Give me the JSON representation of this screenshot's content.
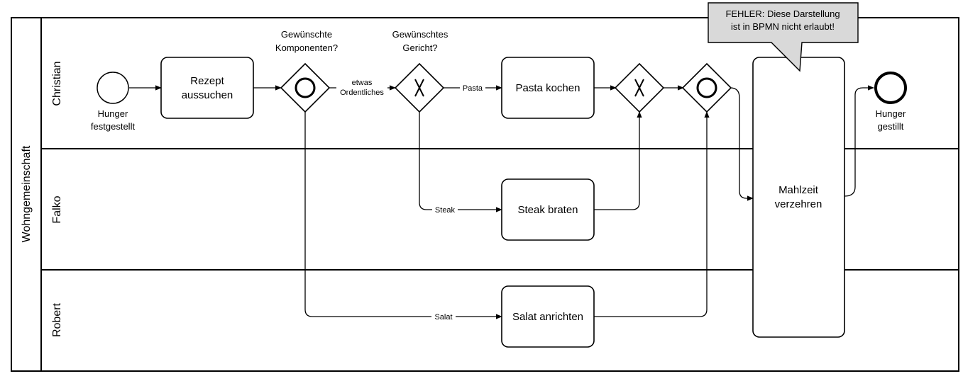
{
  "pool": {
    "label": "Wohngemeinschaft"
  },
  "lanes": [
    {
      "label": "Christian"
    },
    {
      "label": "Falko"
    },
    {
      "label": "Robert"
    }
  ],
  "events": {
    "start": {
      "label_line1": "Hunger",
      "label_line2": "festgestellt"
    },
    "end": {
      "label_line1": "Hunger",
      "label_line2": "gestillt"
    }
  },
  "tasks": {
    "rezept": {
      "line1": "Rezept",
      "line2": "aussuchen"
    },
    "pasta": {
      "line1": "Pasta kochen"
    },
    "steak": {
      "line1": "Steak braten"
    },
    "salat": {
      "line1": "Salat anrichten"
    },
    "mahlzeit": {
      "line1": "Mahlzeit",
      "line2": "verzehren"
    }
  },
  "gateways": {
    "komponenten": {
      "label_line1": "Gewünschte",
      "label_line2": "Komponenten?"
    },
    "gericht": {
      "label_line1": "Gewünschtes",
      "label_line2": "Gericht?"
    }
  },
  "flow_labels": {
    "etwas_line1": "etwas",
    "etwas_line2": "Ordentliches",
    "pasta": "Pasta",
    "steak": "Steak",
    "salat": "Salat"
  },
  "callout": {
    "line1": "FEHLER: Diese Darstellung",
    "line2": "ist in BPMN nicht erlaubt!"
  }
}
